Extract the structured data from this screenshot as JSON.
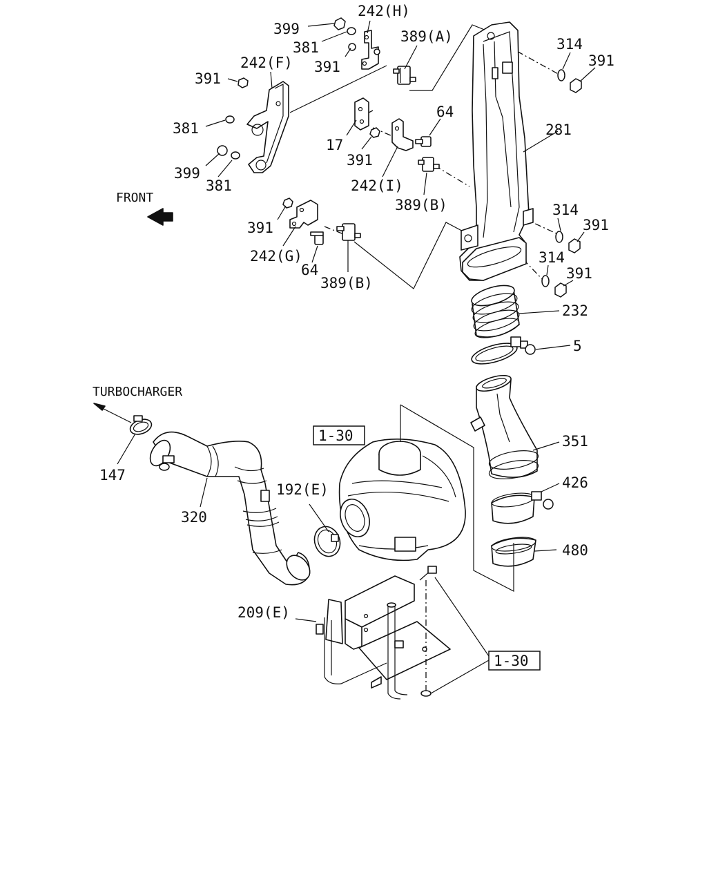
{
  "labels": {
    "l399a": "399",
    "l242h": "242(H)",
    "l381a": "381",
    "l391a": "391",
    "l389a": "389(A)",
    "l314a": "314",
    "l391b": "391",
    "l242f": "242(F)",
    "l391c": "391",
    "l381b": "381",
    "l399b": "399",
    "l381c": "381",
    "l64a": "64",
    "l17": "17",
    "l391d": "391",
    "l242i": "242(I)",
    "l389b1": "389(B)",
    "l281": "281",
    "front": "FRONT",
    "l391e": "391",
    "l242g": "242(G)",
    "l64b": "64",
    "l389b2": "389(B)",
    "l314b": "314",
    "l391f": "391",
    "l314c": "314",
    "l391g": "391",
    "l232": "232",
    "l5": "5",
    "turbo": "TURBOCHARGER",
    "l147": "147",
    "l320": "320",
    "ref130a": "1-30",
    "l192e": "192(E)",
    "l351": "351",
    "l426": "426",
    "l480": "480",
    "l209e": "209(E)",
    "ref130b": "1-30"
  }
}
